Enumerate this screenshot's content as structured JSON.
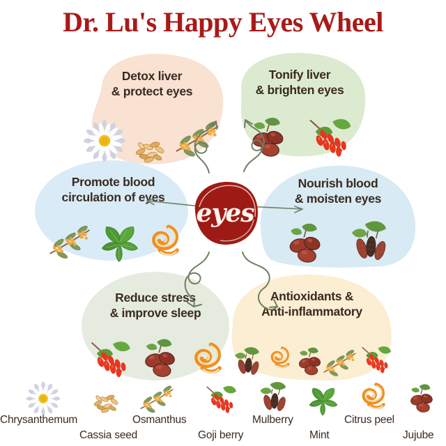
{
  "title": "Dr. Lu's Happy Eyes Wheel",
  "center": {
    "label": "eyes",
    "color": "#9e1b15"
  },
  "colors": {
    "title": "#a81a18",
    "text": "#3a2a20",
    "arrow": "#6e7f63",
    "peach": "#f9e2d2",
    "green": "#dcebd0",
    "blue": "#d9ebf7",
    "paleblue": "#d8eaf3",
    "palegreen": "#e5ecdf",
    "cream": "#fbeed2"
  },
  "bubbles": [
    {
      "id": "top-left",
      "text": "Detox liver\n& protect eyes",
      "color": "#f9e2d2",
      "items": [
        "chrysanthemum",
        "cassia-seed",
        "osmanthus"
      ]
    },
    {
      "id": "top-right",
      "text": "Tonify liver\n& brighten eyes",
      "color": "#dcebd0",
      "items": [
        "jujube",
        "goji-berry"
      ]
    },
    {
      "id": "left",
      "text": "Promote blood\ncirculation of eyes",
      "color": "#d9ebf7",
      "items": [
        "osmanthus",
        "mint",
        "citrus-peel"
      ]
    },
    {
      "id": "right",
      "text": "Nourish blood\n& moisten eyes",
      "color": "#d8eaf3",
      "items": [
        "jujube",
        "mulberry"
      ]
    },
    {
      "id": "bottom-left",
      "text": "Reduce stress\n& improve sleep",
      "color": "#e5ecdf",
      "items": [
        "goji-berry",
        "jujube",
        "citrus-peel"
      ]
    },
    {
      "id": "bottom-right",
      "text": "Antioxidants &\nAnti-inflammatory",
      "color": "#fbeed2",
      "items": [
        "mulberry",
        "citrus-peel",
        "osmanthus",
        "goji-berry",
        "jujube"
      ]
    }
  ],
  "legend": [
    {
      "name": "chrysanthemum",
      "label": "Chrysanthemum",
      "row": "top"
    },
    {
      "name": "cassia-seed",
      "label": "Cassia seed",
      "row": "bottom"
    },
    {
      "name": "osmanthus",
      "label": "Osmanthus",
      "row": "top"
    },
    {
      "name": "goji-berry",
      "label": "Goji berry",
      "row": "bottom"
    },
    {
      "name": "mulberry",
      "label": "Mulberry",
      "row": "top"
    },
    {
      "name": "mint",
      "label": "Mint",
      "row": "bottom"
    },
    {
      "name": "citrus-peel",
      "label": "Citrus peel",
      "row": "top"
    },
    {
      "name": "jujube",
      "label": "Jujube",
      "row": "bottom"
    }
  ]
}
